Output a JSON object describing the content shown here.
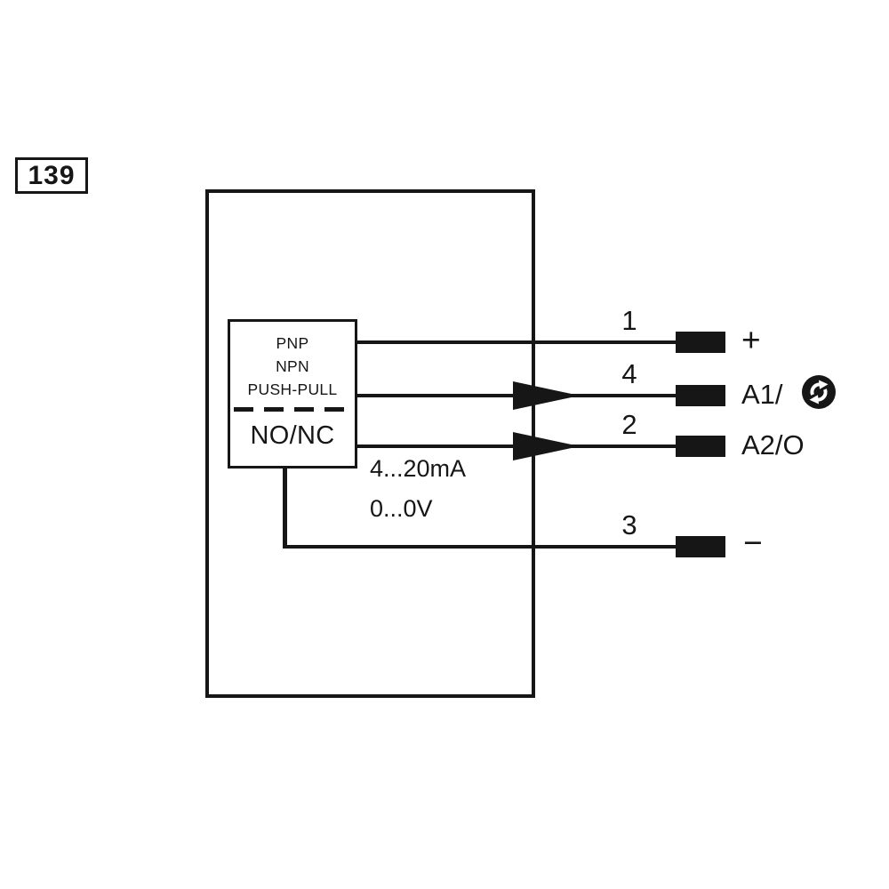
{
  "page_label": "139",
  "output_block": {
    "modes": [
      "PNP",
      "NPN",
      "PUSH-PULL"
    ],
    "contact": "NO/NC"
  },
  "signal_labels": {
    "current_range": "4...20mA",
    "voltage_range": "0...0V"
  },
  "wires": [
    {
      "pin": "1",
      "terminal": "+",
      "has_arrow": false
    },
    {
      "pin": "4",
      "terminal": "A1/",
      "has_arrow": true,
      "icon": "sync-arrows-icon"
    },
    {
      "pin": "2",
      "terminal": "A2/O",
      "has_arrow": true
    },
    {
      "pin": "3",
      "terminal": "−",
      "has_arrow": false
    }
  ],
  "colors": {
    "ink": "#161616",
    "background": "#ffffff"
  }
}
